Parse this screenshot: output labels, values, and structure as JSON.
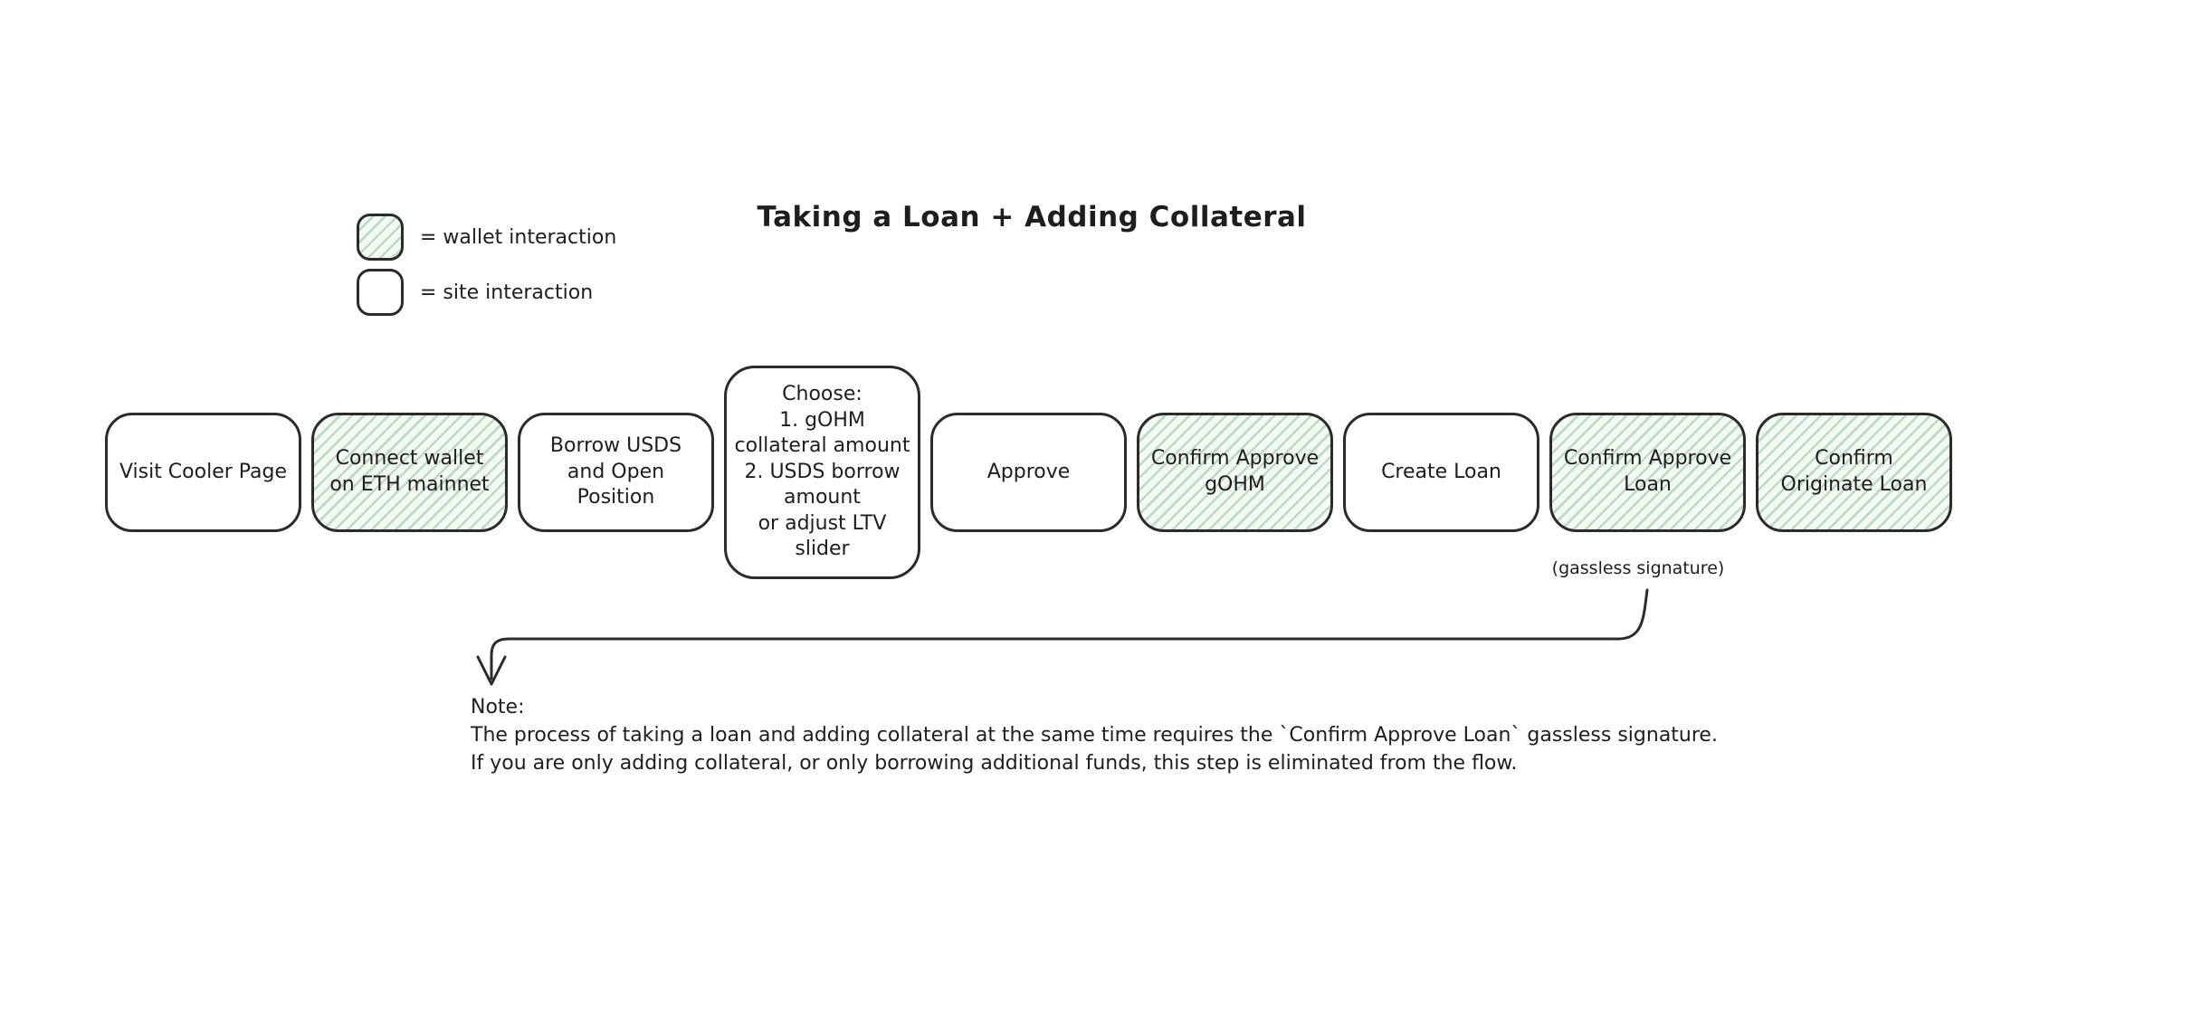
{
  "title": "Taking a Loan + Adding Collateral",
  "legend": {
    "items": [
      {
        "label": "= wallet interaction",
        "type": "wallet"
      },
      {
        "label": "= site interaction",
        "type": "site"
      }
    ]
  },
  "flow": {
    "steps": [
      {
        "label": "Visit Cooler Page",
        "type": "site"
      },
      {
        "label": "Connect wallet\non ETH mainnet",
        "type": "wallet"
      },
      {
        "label": "Borrow USDS\nand Open\nPosition",
        "type": "site"
      },
      {
        "label": "Choose:\n1. gOHM\ncollateral amount\n2.  USDS borrow\namount\nor adjust LTV\nslider",
        "type": "site"
      },
      {
        "label": "Approve",
        "type": "site"
      },
      {
        "label": "Confirm Approve\ngOHM",
        "type": "wallet"
      },
      {
        "label": "Create Loan",
        "type": "site"
      },
      {
        "label": "Confirm Approve\nLoan",
        "type": "wallet",
        "sublabel": "(gassless signature)"
      },
      {
        "label": "Confirm\nOriginate Loan",
        "type": "wallet"
      }
    ]
  },
  "note": {
    "heading": "Note:",
    "lines": [
      "The process of taking a loan and adding collateral at the same time requires the `Confirm Approve Loan` gassless signature.",
      "If you are only adding collateral, or only borrowing additional funds, this step is eliminated from the flow."
    ]
  },
  "colors": {
    "wallet_fill": "#f3faf4",
    "wallet_hatch": "#6cad7a",
    "border": "#2b2b2b",
    "text": "#1e1e1e",
    "background": "#ffffff"
  }
}
